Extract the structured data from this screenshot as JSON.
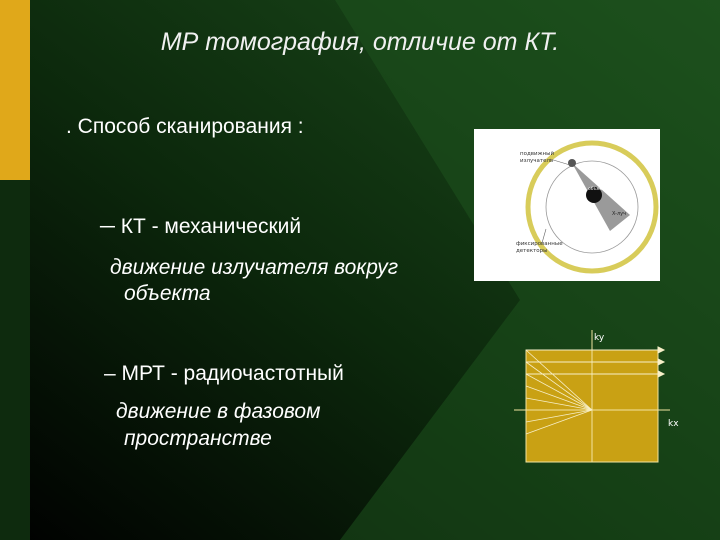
{
  "slide": {
    "title": "МР томография, отличие от КТ.",
    "lead": ". Способ сканирования :",
    "bullet1": "─ КТ - механический",
    "desc1_line1": "движение излучателя вокруг",
    "desc1_line2": "объекта",
    "bullet2": "– МРТ - радиочастотный",
    "desc2_line1": "движение в фазовом",
    "desc2_line2": "пространстве"
  },
  "ct_diagram": {
    "label_source_1": "подвижный",
    "label_source_2": "излучатель",
    "label_object": "объект",
    "label_xray": "X-луч",
    "label_detectors_1": "фиксированные",
    "label_detectors_2": "детекторы"
  },
  "kspace_diagram": {
    "axis_y": "ky",
    "axis_x": "kx"
  },
  "colors": {
    "background": "#0d2a0d",
    "stripe": "#e0a81a",
    "highlight": "#1e5e1e",
    "kspace_fill": "#c9a114",
    "ct_ring": "#d8cc5a"
  }
}
